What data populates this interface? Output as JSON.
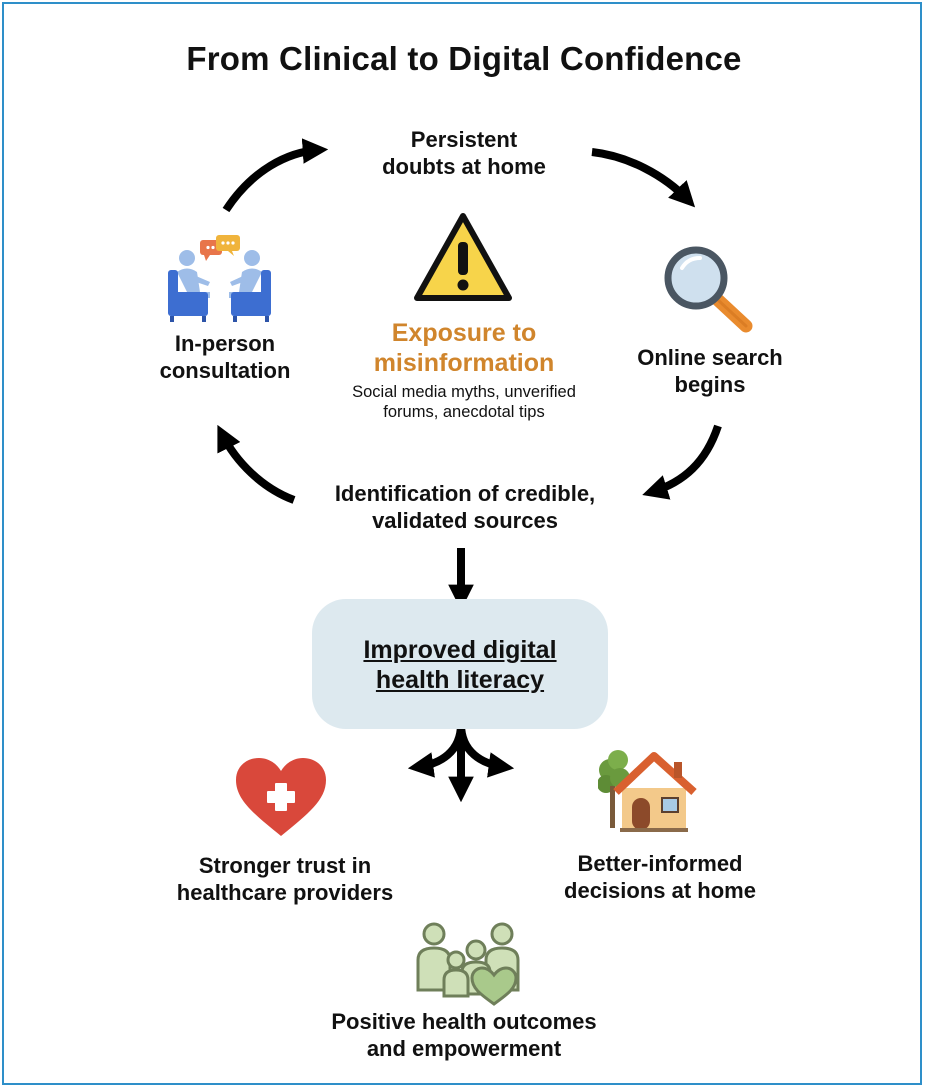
{
  "title": "From Clinical to Digital Confidence",
  "nodes": {
    "top": "Persistent\ndoubts at home",
    "right": "Online search\nbegins",
    "bottom": "Identification of credible,\nvalidated sources",
    "left": "In-person\nconsultation"
  },
  "center": {
    "heading": "Exposure to\nmisinformation",
    "subtext": "Social media myths, unverified\nforums, anecdotal tips"
  },
  "hub": {
    "label": "Improved digital\nhealth literacy"
  },
  "outcomes": {
    "trust": "Stronger trust in\nhealthcare providers",
    "decisions": "Better-informed\ndecisions at home",
    "positive": "Positive health outcomes\nand empowerment"
  },
  "icons": {
    "consultation": "consultation-icon",
    "warning": "warning-icon",
    "search": "magnifier-icon",
    "heart": "heart-cross-icon",
    "home": "house-icon",
    "family": "family-icon"
  },
  "colors": {
    "frame": "#2e8fc9",
    "accent": "#d0852c",
    "hub": "#dde9ef",
    "heart": "#d9483b",
    "warning": "#f7d44a",
    "family": "#a9c98b"
  }
}
